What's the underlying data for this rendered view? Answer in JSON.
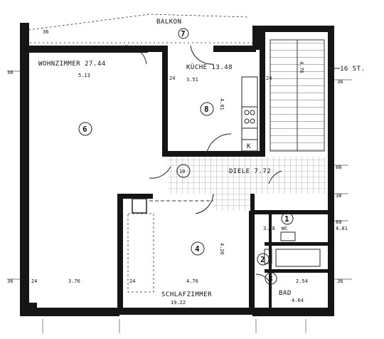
{
  "rooms": {
    "balkon": {
      "name": "BALKON",
      "number": "7"
    },
    "wohnzimmer": {
      "name": "WOHNZIMMER 27.44",
      "dim": "5.13",
      "number": "6"
    },
    "kueche": {
      "name": "KÜCHE 13.48",
      "dim": "3.51",
      "number": "8",
      "stove_letter": "K"
    },
    "diele": {
      "name": "DIELE 7.72",
      "number": "10"
    },
    "schlafzimmer": {
      "name": "SCHLAFZIMMER",
      "area": "19.22",
      "number": "4"
    },
    "wc": {
      "name": "WC",
      "area": "3.28",
      "number": "1"
    },
    "room2": {
      "number": "2"
    },
    "bad": {
      "name": "BAD",
      "area": "4.64",
      "number": "3"
    }
  },
  "staircase": {
    "label": "16 ST."
  },
  "dimensions": {
    "d36_topleft": "36",
    "d36_left": "36",
    "d36_bottomleft": "36",
    "d36_right": "36",
    "d36_bottomright": "36",
    "d476": "4.76",
    "d401_kitchen": "4.01",
    "d401_right": "4.01",
    "d426": "4.26",
    "d476_bed": "4.76",
    "d376": "3.76",
    "d24_left": "24",
    "d24_kitchen": "24",
    "d24_stairs": "24",
    "d24_bed": "24",
    "d88_right1": "88",
    "d88_right2": "88",
    "d38_right": "38",
    "d254": "2.54"
  }
}
